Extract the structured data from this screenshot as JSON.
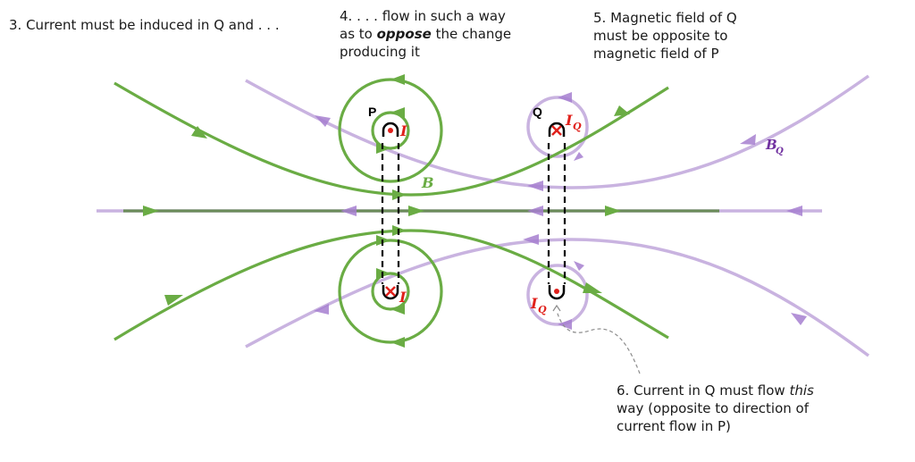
{
  "notes": {
    "note3": "3. Current must be induced in Q and . . .",
    "note4_line1": "4.   . . . flow in such a way",
    "note4_pre": "as to ",
    "note4_emph": "oppose",
    "note4_post": " the change",
    "note4_line3": "producing it",
    "note5_line1": "5.   Magnetic field of Q",
    "note5_line2": "must be opposite to",
    "note5_line3": "magnetic field of P",
    "note6_pre": "6. Current in Q must flow ",
    "note6_emph": "this",
    "note6_line2": "way (opposite to direction of",
    "note6_line3": "current flow in P)"
  },
  "labels": {
    "coil_p": "P",
    "coil_q": "Q",
    "current_p": "I",
    "current_q": "I",
    "current_q_sub": "Q",
    "field_b": "B",
    "field_bq": "B",
    "field_bq_sub": "Q"
  },
  "colors": {
    "field_p": "#6aac44",
    "field_q": "#c9b3e0",
    "arrow_q": "#a67fd0",
    "current": "#e0201b",
    "label_bq": "#7030a0"
  }
}
